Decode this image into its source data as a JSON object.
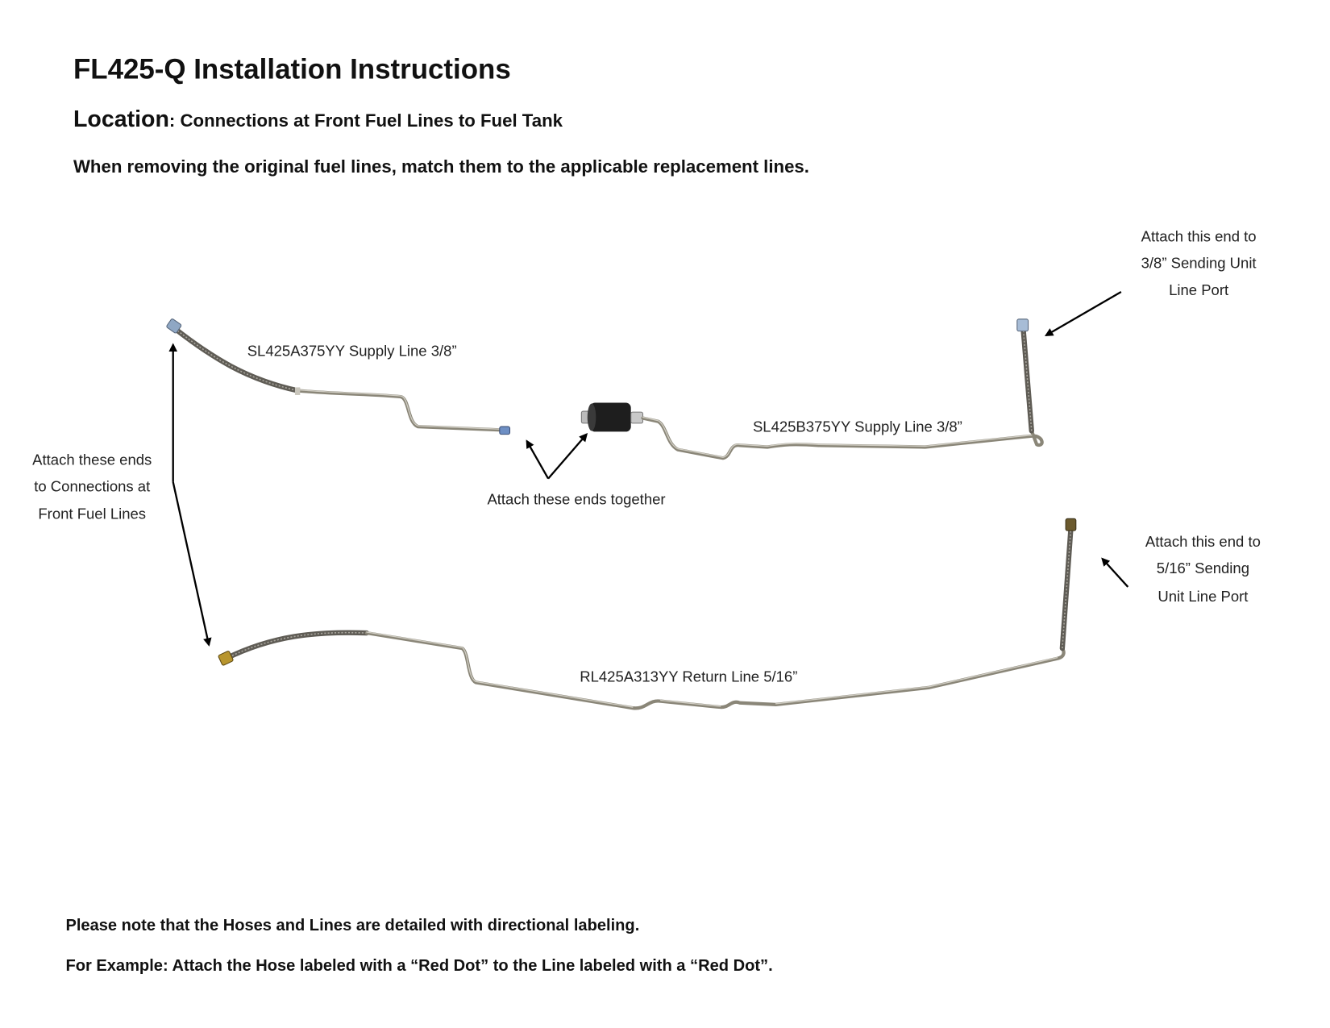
{
  "header": {
    "title": "FL425-Q Installation Instructions",
    "location_label": "Location",
    "location_text": ": Connections at Front Fuel Lines to Fuel Tank",
    "instruction": "When removing the original fuel lines, match them to the applicable replacement lines."
  },
  "diagram": {
    "supply_line_a": "SL425A375YY Supply Line 3/8”",
    "supply_line_b": "SL425B375YY Supply Line 3/8”",
    "return_line": "RL425A313YY Return Line 5/16”",
    "together_note": "Attach these ends together",
    "front_note": [
      "Attach these ends",
      "to Connections at",
      "Front Fuel Lines"
    ],
    "sending_38_note": [
      "Attach this end to",
      "3/8” Sending Unit",
      "Line Port"
    ],
    "sending_516_note": [
      "Attach this end to",
      "5/16” Sending",
      "Unit Line Port"
    ]
  },
  "footer": {
    "note1": "Please note that the Hoses and Lines are detailed with directional labeling.",
    "note2": "For Example: Attach the Hose labeled with a “Red Dot” to the Line labeled with a “Red Dot”."
  }
}
